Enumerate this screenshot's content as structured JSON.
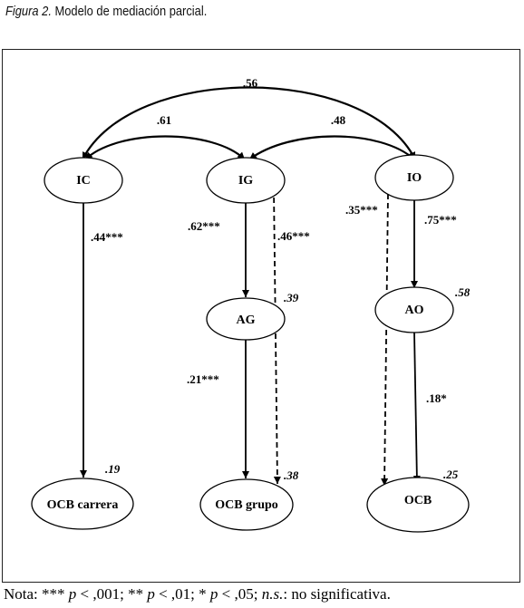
{
  "caption": {
    "figure_label": "Figura 2.",
    "title": "Modelo de mediación parcial."
  },
  "nodes": {
    "ic": "IC",
    "ig": "IG",
    "io": "IO",
    "ag": "AG",
    "ao": "AO",
    "ocb_carrera": "OCB carrera",
    "ocb_grupo": "OCB grupo",
    "ocb": "OCB"
  },
  "coefficients": {
    "ic_io": ".56",
    "ic_ig": ".61",
    "ig_io": ".48",
    "ic_ocb_carrera": ".44***",
    "ig_ag": ".62***",
    "ig_ocb_grupo": ".46***",
    "io_ocb": ".35***",
    "io_ao": ".75***",
    "ag_ocb_grupo": ".21***",
    "ao_ocb": ".18*"
  },
  "r_squared": {
    "ag": ".39",
    "ao": ".58",
    "ocb_carrera": ".19",
    "ocb_grupo": ".38",
    "ocb": ".25"
  },
  "note": {
    "prefix": "Nota: *** ",
    "p1": "p",
    "t1": " < ,001; ** ",
    "p2": "p",
    "t2": " < ,01; * ",
    "p3": "p",
    "t3": " < ,05; ",
    "ns": "n.s.",
    "t4": ": no significativa."
  }
}
